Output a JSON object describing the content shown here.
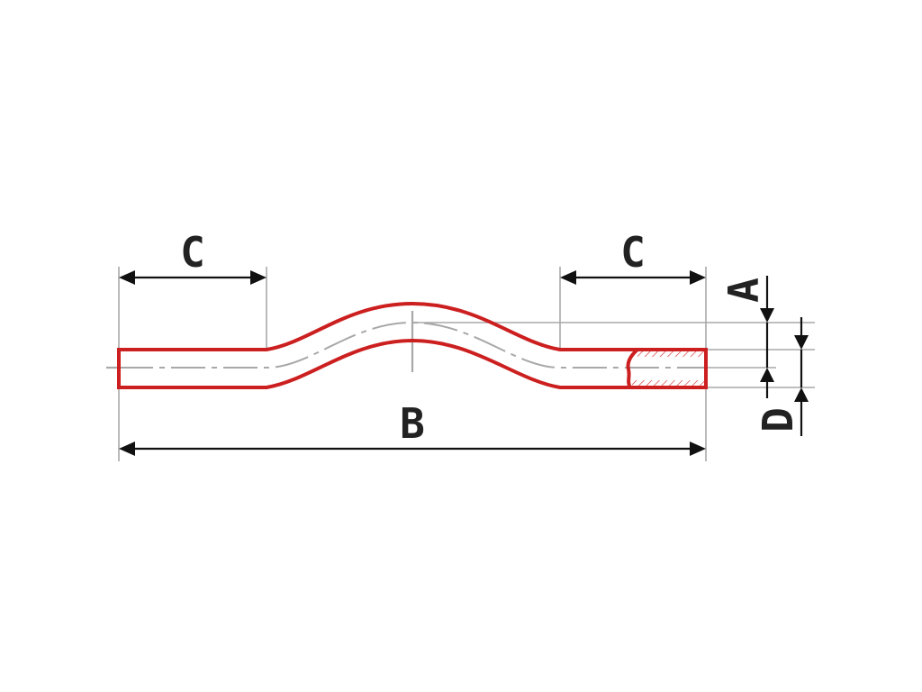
{
  "labels": {
    "c_left": "C",
    "c_right": "C",
    "b": "B",
    "a": "A",
    "d": "D"
  },
  "colors": {
    "pipe": "#cc1f1f",
    "dimension": "#111111",
    "guide": "#a8a8a8",
    "background": "#ffffff"
  }
}
